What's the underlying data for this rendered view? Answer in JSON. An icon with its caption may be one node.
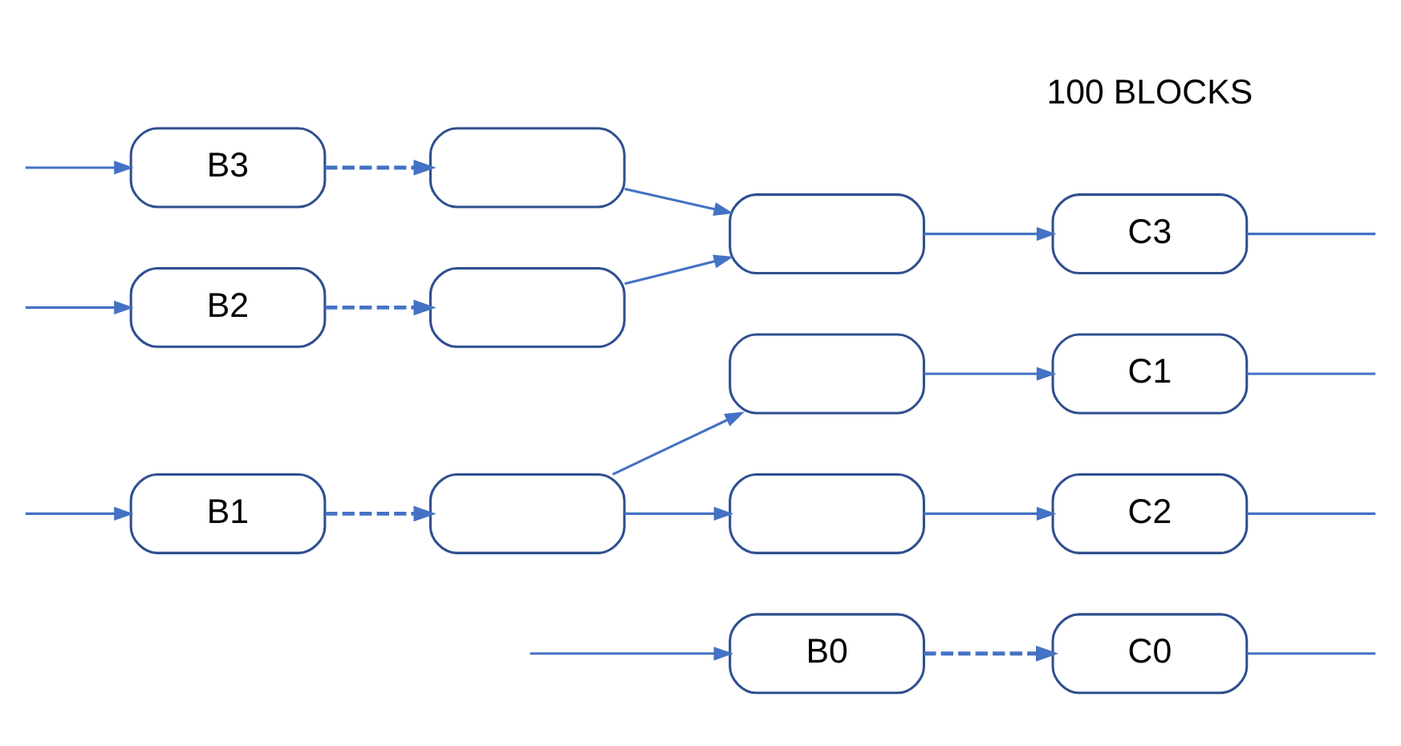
{
  "diagram": {
    "nodes": [
      {
        "text": [
          "B0"
        ]
      },
      {
        "text": [
          "C0"
        ]
      },
      {
        "text": [],
        "shape": "box"
      },
      {
        "text": [
          "C1"
        ]
      },
      {
        "text": [
          "B1"
        ]
      },
      {
        "text": [],
        "shape": "box"
      },
      {
        "text": [],
        "shape": "box"
      },
      {
        "text": [
          "C2"
        ]
      },
      {
        "text": [
          "B2"
        ]
      },
      {
        "text": [],
        "shape": "box"
      },
      {
        "text": [],
        "shape": "box"
      },
      {
        "text": [
          "C3"
        ]
      },
      {
        "text": [
          "B3"
        ]
      },
      {
        "text": [],
        "shape": "box"
      }
    ],
    "edges": [
      {
        "from": null,
        "to": 0,
        "arrow": "to"
      },
      {
        "from": 0,
        "to": 1,
        "arrow": "to",
        "style": "dashed"
      },
      {
        "from": 1,
        "to": null,
        "arrow": "none"
      },
      {
        "from": 5,
        "to": 2,
        "arrow": "to"
      },
      {
        "from": 2,
        "to": 3,
        "arrow": "to"
      },
      {
        "from": 3,
        "to": null,
        "arrow": "none"
      },
      {
        "from": null,
        "to": 4,
        "arrow": "to"
      },
      {
        "from": 4,
        "to": 5,
        "arrow": "to",
        "style": "dashed"
      },
      {
        "from": 5,
        "to": 6,
        "arrow": "to"
      },
      {
        "from": 6,
        "to": 7,
        "arrow": "to"
      },
      {
        "from": 7,
        "to": null,
        "arrow": "none"
      },
      {
        "from": null,
        "to": 8,
        "arrow": "to"
      },
      {
        "from": 8,
        "to": 9,
        "arrow": "to",
        "style": "dashed"
      },
      {
        "from": 9,
        "to": 10,
        "arrow": "to"
      },
      {
        "from": 10,
        "to": 11,
        "arrow": "to"
      },
      {
        "from": 11,
        "to": null,
        "arrow": "none"
      },
      {
        "from": null,
        "to": 12,
        "arrow": "to"
      },
      {
        "from": 12,
        "to": 13,
        "arrow": "to",
        "style": "dashed"
      },
      {
        "from": 13,
        "to": 10,
        "arrow": "to"
      }
    ],
    "labels": [
      "100 BLOCKS"
    ]
  }
}
